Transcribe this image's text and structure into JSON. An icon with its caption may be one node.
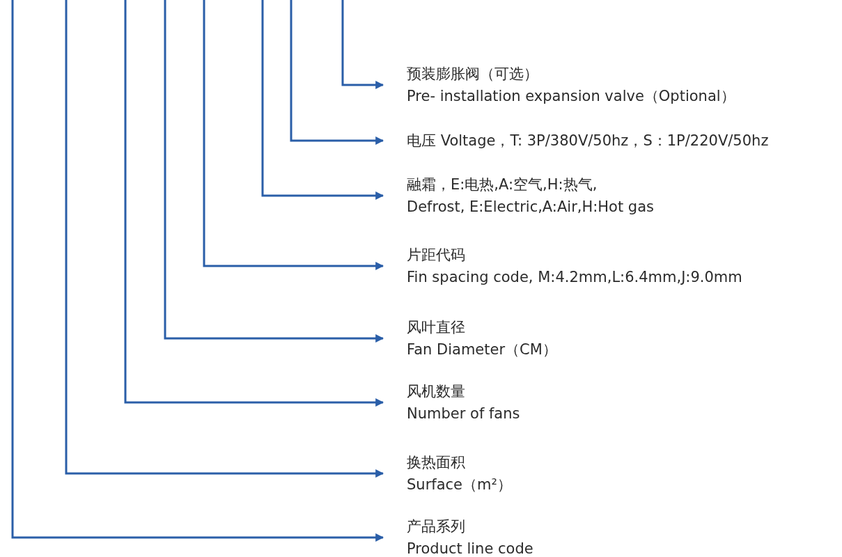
{
  "diagram": {
    "nodes": [
      {
        "text": [
          "预装膨胀阀（可选）",
          "Pre- installation expansion valve（Optional）"
        ]
      },
      {
        "text": [
          "电压 Voltage，T: 3P/380V/50hz，S：1P/220V/50hz"
        ]
      },
      {
        "text": [
          "融霜，E:电热,A:空气,H:热气,",
          "Defrost, E:Electric,A:Air,H:Hot gas"
        ]
      },
      {
        "text": [
          "片距代码",
          "Fin spacing code, M:4.2mm,L:6.4mm,J:9.0mm"
        ]
      },
      {
        "text": [
          "风叶直径",
          "Fan Diameter（CM）"
        ]
      },
      {
        "text": [
          "风机数量",
          "Number of fans"
        ]
      },
      {
        "text": [
          "换热面积",
          "Surface（m²）"
        ]
      },
      {
        "text": [
          "产品系列",
          "Product line code"
        ]
      }
    ],
    "edges": [
      {
        "from": null,
        "to": 0,
        "arrow": "to"
      },
      {
        "from": null,
        "to": 1,
        "arrow": "to"
      },
      {
        "from": null,
        "to": 2,
        "arrow": "to"
      },
      {
        "from": null,
        "to": 3,
        "arrow": "to"
      },
      {
        "from": null,
        "to": 4,
        "arrow": "to"
      },
      {
        "from": null,
        "to": 5,
        "arrow": "to"
      },
      {
        "from": null,
        "to": 6,
        "arrow": "to"
      },
      {
        "from": null,
        "to": 7,
        "arrow": "to"
      }
    ]
  }
}
